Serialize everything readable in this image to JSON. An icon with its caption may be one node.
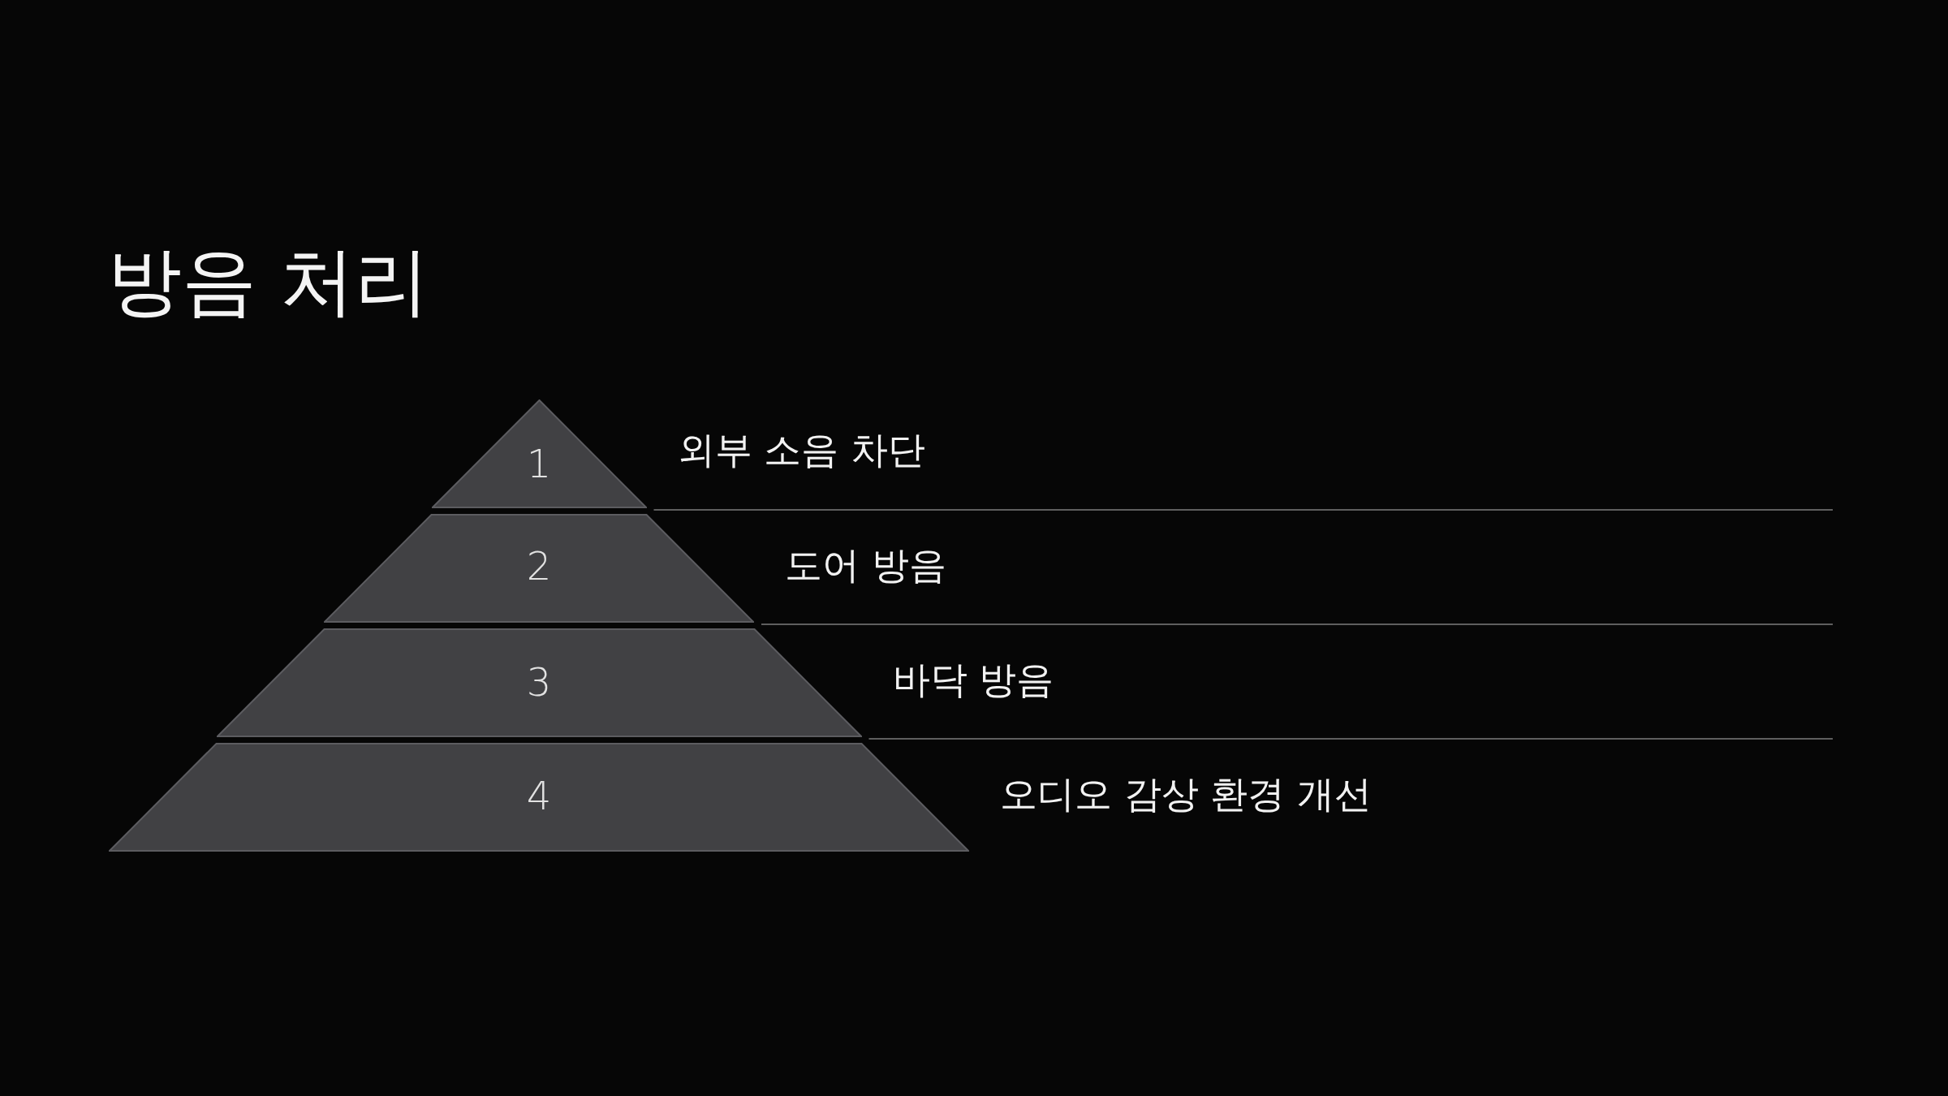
{
  "diagram": {
    "title": "방음 처리",
    "nodes": [
      {
        "text": [
          "1"
        ],
        "beside": [
          "외부 소음 차단"
        ]
      },
      {
        "text": [
          "2"
        ],
        "beside": [
          "도어 방음"
        ]
      },
      {
        "text": [
          "3"
        ],
        "beside": [
          "바닥 방음"
        ]
      },
      {
        "text": [
          "4"
        ],
        "beside": [
          "오디오 감상 환경 개선"
        ]
      }
    ]
  }
}
